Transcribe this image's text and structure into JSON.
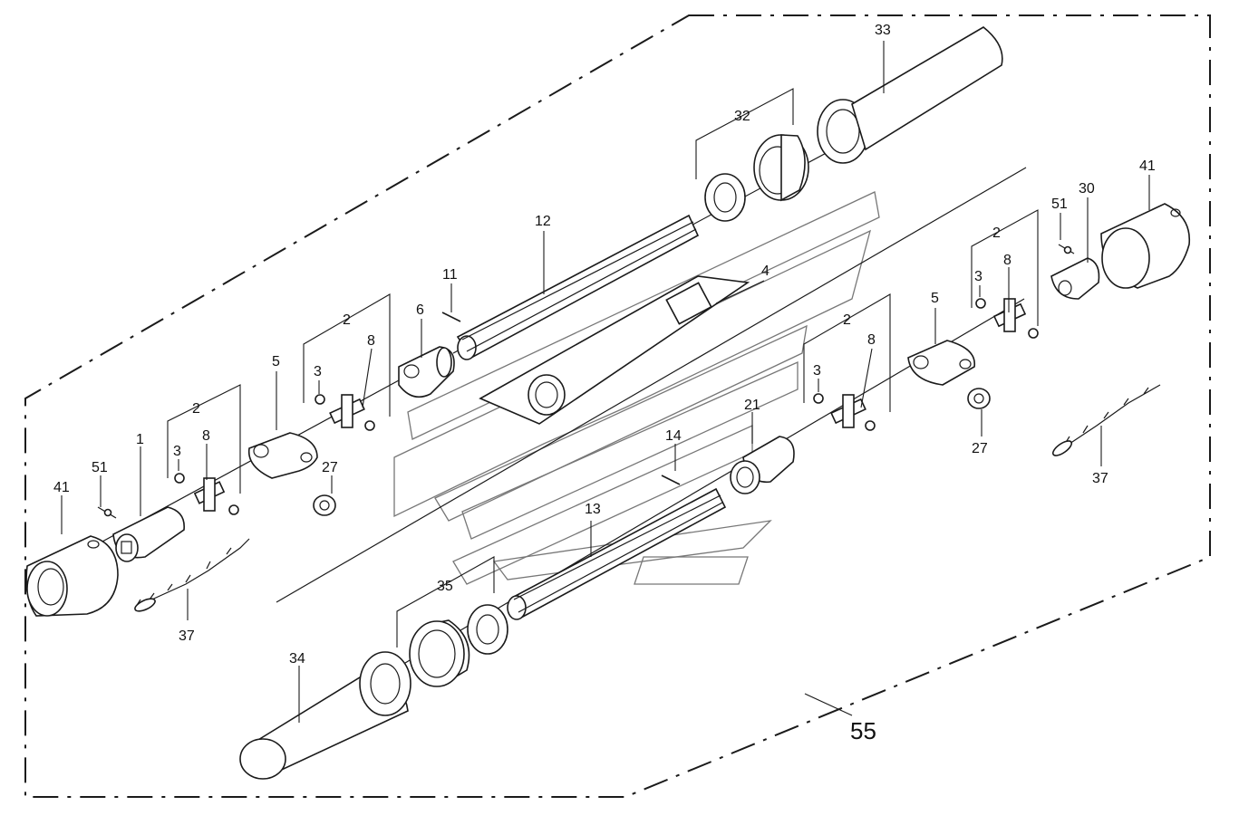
{
  "diagram": {
    "assembly_label": "55",
    "labels": {
      "p1": "1",
      "p2a": "2",
      "p2b": "2",
      "p2c": "2",
      "p2d": "2",
      "p3a": "3",
      "p3b": "3",
      "p3c": "3",
      "p3d": "3",
      "p4": "4",
      "p5a": "5",
      "p5b": "5",
      "p6": "6",
      "p8a": "8",
      "p8b": "8",
      "p8c": "8",
      "p8d": "8",
      "p11": "11",
      "p12": "12",
      "p13": "13",
      "p14": "14",
      "p21": "21",
      "p27a": "27",
      "p27b": "27",
      "p30": "30",
      "p32": "32",
      "p33": "33",
      "p34": "34",
      "p35": "35",
      "p37a": "37",
      "p37b": "37",
      "p41a": "41",
      "p41b": "41",
      "p51a": "51",
      "p51b": "51"
    }
  }
}
